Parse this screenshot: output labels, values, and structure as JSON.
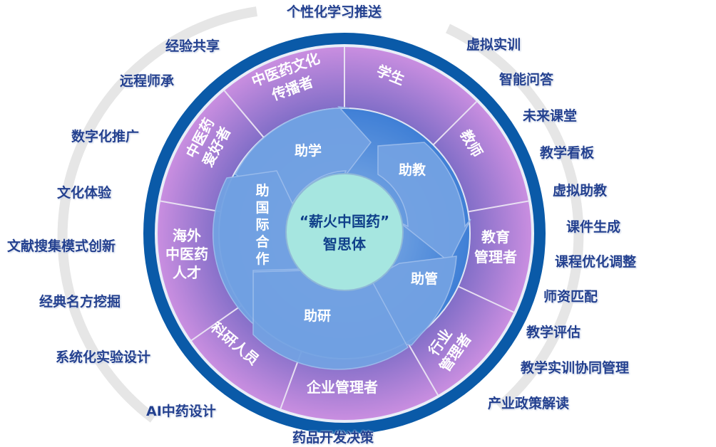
{
  "center": {
    "line1": "“薪火中国药”",
    "line2": "智思体"
  },
  "inner_arrows": {
    "xue": "助学",
    "jiao": "助教",
    "guan": "助管",
    "yan": "助研",
    "guoji": [
      "助",
      "国",
      "际",
      "合",
      "作"
    ]
  },
  "segments": {
    "student": "学生",
    "teacher": "教师",
    "edu_manager": [
      "教育",
      "管理者"
    ],
    "industry_manager": [
      "行业",
      "管理者"
    ],
    "enterprise_manager": "企业管理者",
    "researcher": "科研人员",
    "overseas": [
      "海外",
      "中医药",
      "人才"
    ],
    "enthusiast": [
      "中医药",
      "爱好者"
    ],
    "culture": [
      "中医药文化",
      "传播者"
    ]
  },
  "outer_labels": {
    "top": "个性化学习推送",
    "right": [
      "虚拟实训",
      "智能问答",
      "未来课堂",
      "教学看板",
      "虚拟助教",
      "课件生成",
      "课程优化调整",
      "师资匹配",
      "教学评估",
      "教学实训协同管理",
      "产业政策解读"
    ],
    "bottom": "药品开发决策",
    "left": [
      "经验共享",
      "远程师承",
      "数字化推广",
      "文化体验",
      "文献搜集模式创新",
      "经典名方挖掘",
      "系统化实验设计",
      "AI中药设计"
    ]
  },
  "colors": {
    "ring": "#0a5aa8",
    "purple": "#a374cc",
    "inner": "#4f8ad8",
    "center": "#a6e6e0",
    "label": "#23408f"
  }
}
